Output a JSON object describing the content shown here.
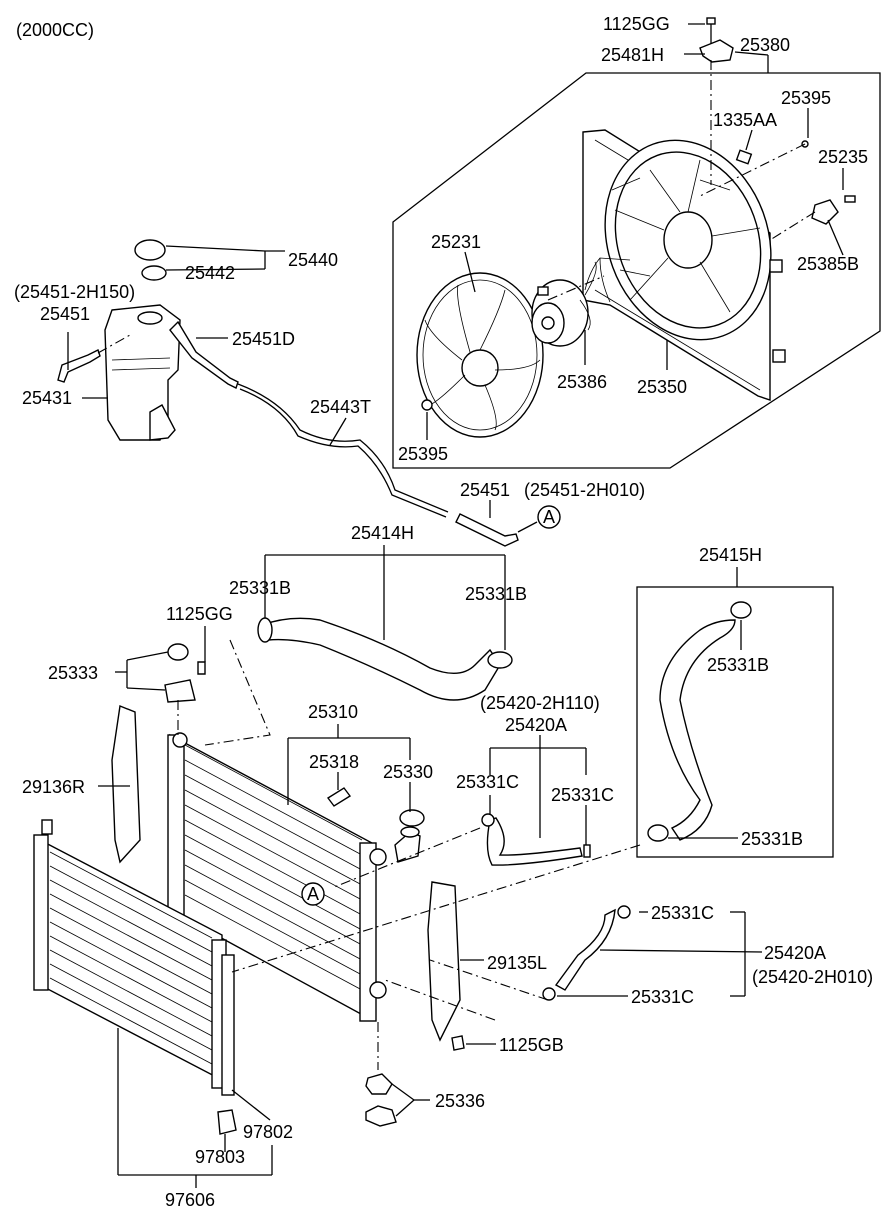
{
  "header": {
    "engine": "(2000CC)"
  },
  "labels": {
    "l_1125GG_top": "1125GG",
    "l_25481H": "25481H",
    "l_25380": "25380",
    "l_25395_top": "25395",
    "l_1335AA": "1335AA",
    "l_25235": "25235",
    "l_25385B": "25385B",
    "l_25231": "25231",
    "l_25386": "25386",
    "l_25350": "25350",
    "l_25395_bot": "25395",
    "l_25440": "25440",
    "l_25442": "25442",
    "l_25451_alt": "(25451-2H150)",
    "l_25451_a": "25451",
    "l_25451D": "25451D",
    "l_25431": "25431",
    "l_25443T": "25443T",
    "l_25451_b": "25451",
    "l_25451_b_alt": "(25451-2H010)",
    "l_A_top": "A",
    "l_25414H": "25414H",
    "l_25415H": "25415H",
    "l_25331B_1": "25331B",
    "l_25331B_2": "25331B",
    "l_25331B_3": "25331B",
    "l_25331B_4": "25331B",
    "l_1125GG_mid": "1125GG",
    "l_25333": "25333",
    "l_25310": "25310",
    "l_25420_alt_top": "(25420-2H110)",
    "l_25420A_top": "25420A",
    "l_25318": "25318",
    "l_25330": "25330",
    "l_25331C_1": "25331C",
    "l_25331C_2": "25331C",
    "l_29136R": "29136R",
    "l_A_mid": "A",
    "l_25331C_3": "25331C",
    "l_25420A_bot": "25420A",
    "l_25420_alt_bot": "(25420-2H010)",
    "l_29135L": "29135L",
    "l_25331C_4": "25331C",
    "l_1125GB": "1125GB",
    "l_25336": "25336",
    "l_97802": "97802",
    "l_97803": "97803",
    "l_97606": "97606"
  }
}
